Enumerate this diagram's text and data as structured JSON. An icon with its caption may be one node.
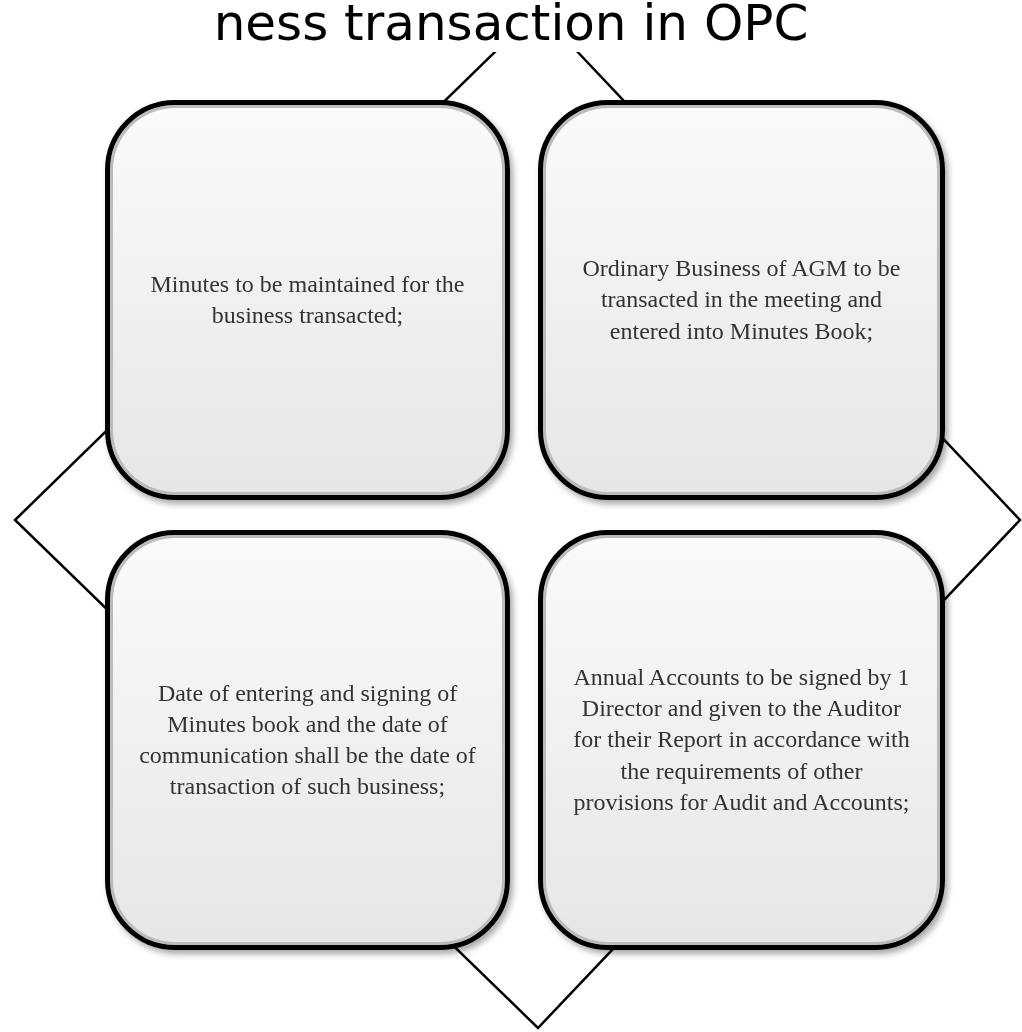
{
  "diagram": {
    "title": "ness transaction in OPC",
    "nodes": [
      {
        "text": [
          "Minutes to be maintained for the business transacted;"
        ]
      },
      {
        "text": [
          "Ordinary Business of AGM to be transacted in the meeting and entered into Minutes Book;"
        ]
      },
      {
        "text": [
          "Date of entering and signing of Minutes book and the date of communication shall be the date of transaction of such business;"
        ]
      },
      {
        "text": [
          "Annual Accounts to be signed by 1 Director and given to the Auditor for their Report in accordance with the requirements of other provisions for Audit and Accounts;"
        ]
      }
    ]
  }
}
